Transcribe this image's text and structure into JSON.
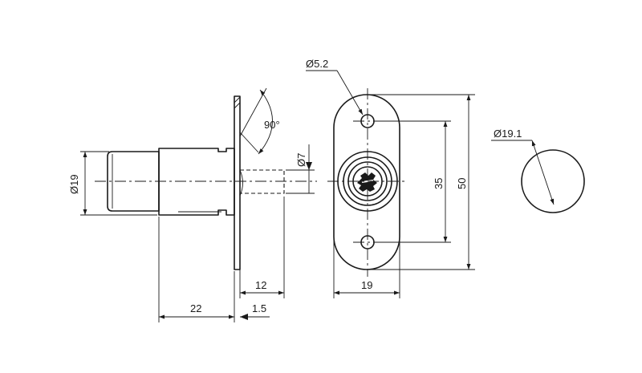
{
  "dimensions": {
    "hole_diameter": "Ø5.2",
    "knob_diameter": "Ø19.1",
    "bolt_diameter": "Ø7",
    "body_diameter": "Ø19",
    "chamfer_angle": "90°",
    "hole_spacing": "35",
    "plate_length": "50",
    "plate_width": "19",
    "bolt_projection": "12",
    "body_length": "22",
    "plate_thickness": "1.5"
  },
  "colors": {
    "line": "#1a1a1a",
    "background": "#ffffff"
  }
}
